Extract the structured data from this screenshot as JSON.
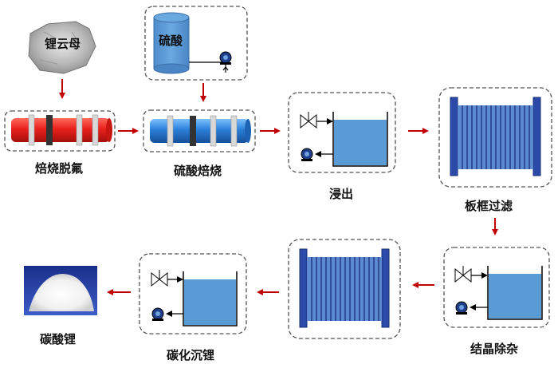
{
  "nodes": {
    "ore": {
      "label": "锂云母"
    },
    "defluorination_roasting": {
      "label": "焙烧脱氟"
    },
    "sulfuric_tank": {
      "label": "硫酸"
    },
    "sulfuric_roasting": {
      "label": "硫酸焙烧"
    },
    "leaching": {
      "label": "浸出"
    },
    "plate_filter": {
      "label": "板框过滤"
    },
    "crystallization": {
      "label": "结晶除杂"
    },
    "carbonation": {
      "label": "碳化沉锂"
    },
    "product": {
      "label": "碳酸锂"
    }
  },
  "colors": {
    "arrow": "#c00000",
    "kiln_red": "#e8201c",
    "kiln_blue": "#2a7fd8",
    "tank_blue": "#5b9bd5",
    "filter_navy": "#2c4aa8",
    "dashed_border": "#555555"
  }
}
